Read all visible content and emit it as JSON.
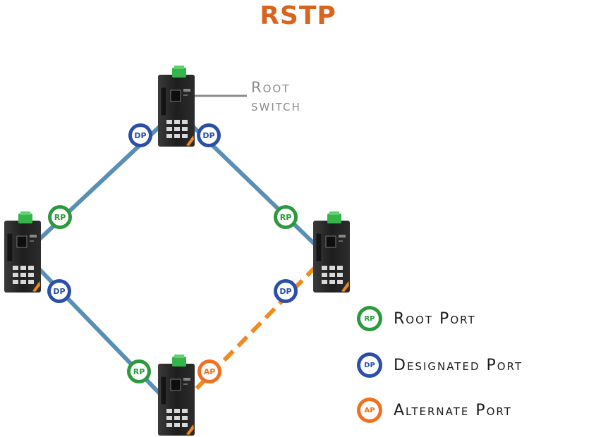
{
  "title": "RSTP",
  "root_label": [
    "Root",
    "switch"
  ],
  "colors": {
    "title": "#d9641f",
    "link": "#5a8fb5",
    "alternate_link": "#f08a1f",
    "root_port": "#2a9a3c",
    "designated_port": "#2b4fa8",
    "alternate_port": "#f0701f"
  },
  "ports": {
    "rp": "RP",
    "dp": "DP",
    "ap": "AP"
  },
  "legend": [
    {
      "code": "RP",
      "type": "root",
      "label": "Root Port"
    },
    {
      "code": "DP",
      "type": "designated",
      "label": "Designated Port"
    },
    {
      "code": "AP",
      "type": "alternate",
      "label": "Alternate Port"
    }
  ]
}
